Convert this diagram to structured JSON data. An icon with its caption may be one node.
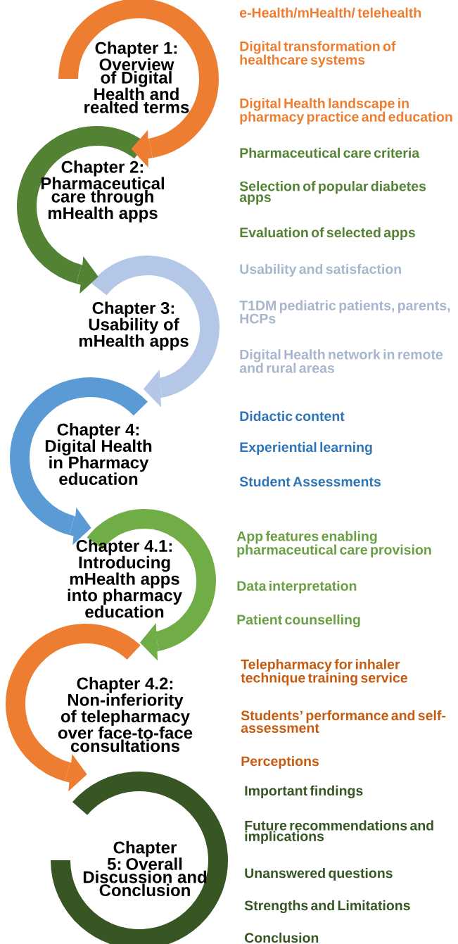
{
  "diagram": {
    "nodes": [
      {
        "text": [
          "Chapter 1: Overview of Digital Health and realted terms"
        ],
        "beside": [
          "e-Health/mHealth/ telehealth",
          "Digital transformation of healthcare systems",
          "Digital Health landscape in pharmacy practice and education"
        ]
      },
      {
        "text": [
          "Chapter 2: Pharmaceutical care through mHealth apps"
        ],
        "beside": [
          "Pharmaceutical care criteria",
          "Selection of popular diabetes apps",
          "Evaluation of selected apps"
        ]
      },
      {
        "text": [
          "Chapter 3: Usability of mHealth apps"
        ],
        "beside": [
          "Usability and satisfaction",
          "T1DM pediatric patients, parents, HCPs",
          "Digital Health network in remote and rural areas"
        ]
      },
      {
        "text": [
          "Chapter 4: Digital Health in Pharmacy education"
        ],
        "beside": [
          "Didactic content",
          "Experiential learning",
          "Student Assessments"
        ]
      },
      {
        "text": [
          "Chapter 4.1: Introducing mHealth apps into pharmacy education"
        ],
        "beside": [
          "App features enabling pharmaceutical care provision",
          "Data interpretation",
          "Patient counselling"
        ]
      },
      {
        "text": [
          "Chapter 4.2: Non-inferiority of telepharmacy over face-to-face consultations"
        ],
        "beside": [
          "Telepharmacy for inhaler technique training service",
          "Students’ performance and self-assessment"
        ]
      },
      {
        "text": [
          "Chapter 5: Overall Discussion and Conclusion"
        ],
        "beside": [
          "Important findings",
          "Future recommendations and implications",
          "Unanswered questions",
          "Strengths and Limitations",
          "Conclusion"
        ]
      }
    ],
    "edges": [
      {
        "from": 0,
        "to": 1,
        "arrow": "to",
        "color": "#ed7d31"
      },
      {
        "from": 1,
        "to": 2,
        "arrow": "to",
        "color": "#548235"
      },
      {
        "from": 2,
        "to": 3,
        "arrow": "to",
        "color": "#b4c7e7"
      },
      {
        "from": 3,
        "to": 4,
        "arrow": "to",
        "color": "#5b9bd5"
      },
      {
        "from": 4,
        "to": 5,
        "arrow": "to",
        "color": "#70ad47"
      },
      {
        "from": 5,
        "to": 6,
        "arrow": "to",
        "color": "#ed7d31"
      }
    ],
    "labels": [
      "Perceptions"
    ]
  }
}
